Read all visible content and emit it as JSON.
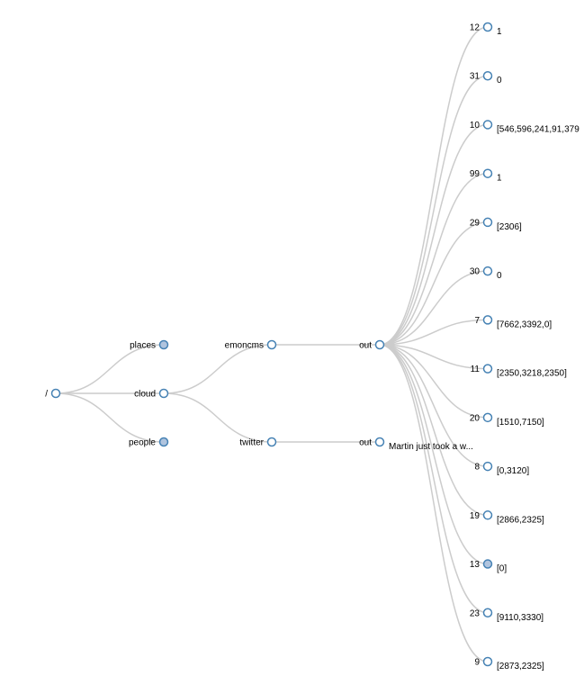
{
  "colors": {
    "open": "#ffffff",
    "collapsed": "#b0c4de",
    "stroke": "#4682b4",
    "link": "#cccccc"
  },
  "tree": {
    "name": "/",
    "children": [
      {
        "name": "places",
        "collapsed": true
      },
      {
        "name": "cloud",
        "children": [
          {
            "name": "emoncms",
            "children": [
              {
                "name": "out",
                "children": [
                  {
                    "name": "12",
                    "value": "1"
                  },
                  {
                    "name": "31",
                    "value": "0"
                  },
                  {
                    "name": "10",
                    "value": "[546,596,241,91,379"
                  },
                  {
                    "name": "99",
                    "value": "1"
                  },
                  {
                    "name": "29",
                    "value": "[2306]"
                  },
                  {
                    "name": "30",
                    "value": "0"
                  },
                  {
                    "name": "7",
                    "value": "[7662,3392,0]"
                  },
                  {
                    "name": "11",
                    "value": "[2350,3218,2350]"
                  },
                  {
                    "name": "20",
                    "value": "[1510,7150]"
                  },
                  {
                    "name": "8",
                    "value": "[0,3120]"
                  },
                  {
                    "name": "19",
                    "value": "[2866,2325]"
                  },
                  {
                    "name": "13",
                    "value": "[0]",
                    "collapsed": true
                  },
                  {
                    "name": "23",
                    "value": "[9110,3330]"
                  },
                  {
                    "name": "9",
                    "value": "[2873,2325]"
                  }
                ]
              }
            ]
          },
          {
            "name": "twitter",
            "children": [
              {
                "name": "out",
                "value": "Martin just took a w..."
              }
            ]
          }
        ]
      },
      {
        "name": "people",
        "collapsed": true
      }
    ]
  }
}
